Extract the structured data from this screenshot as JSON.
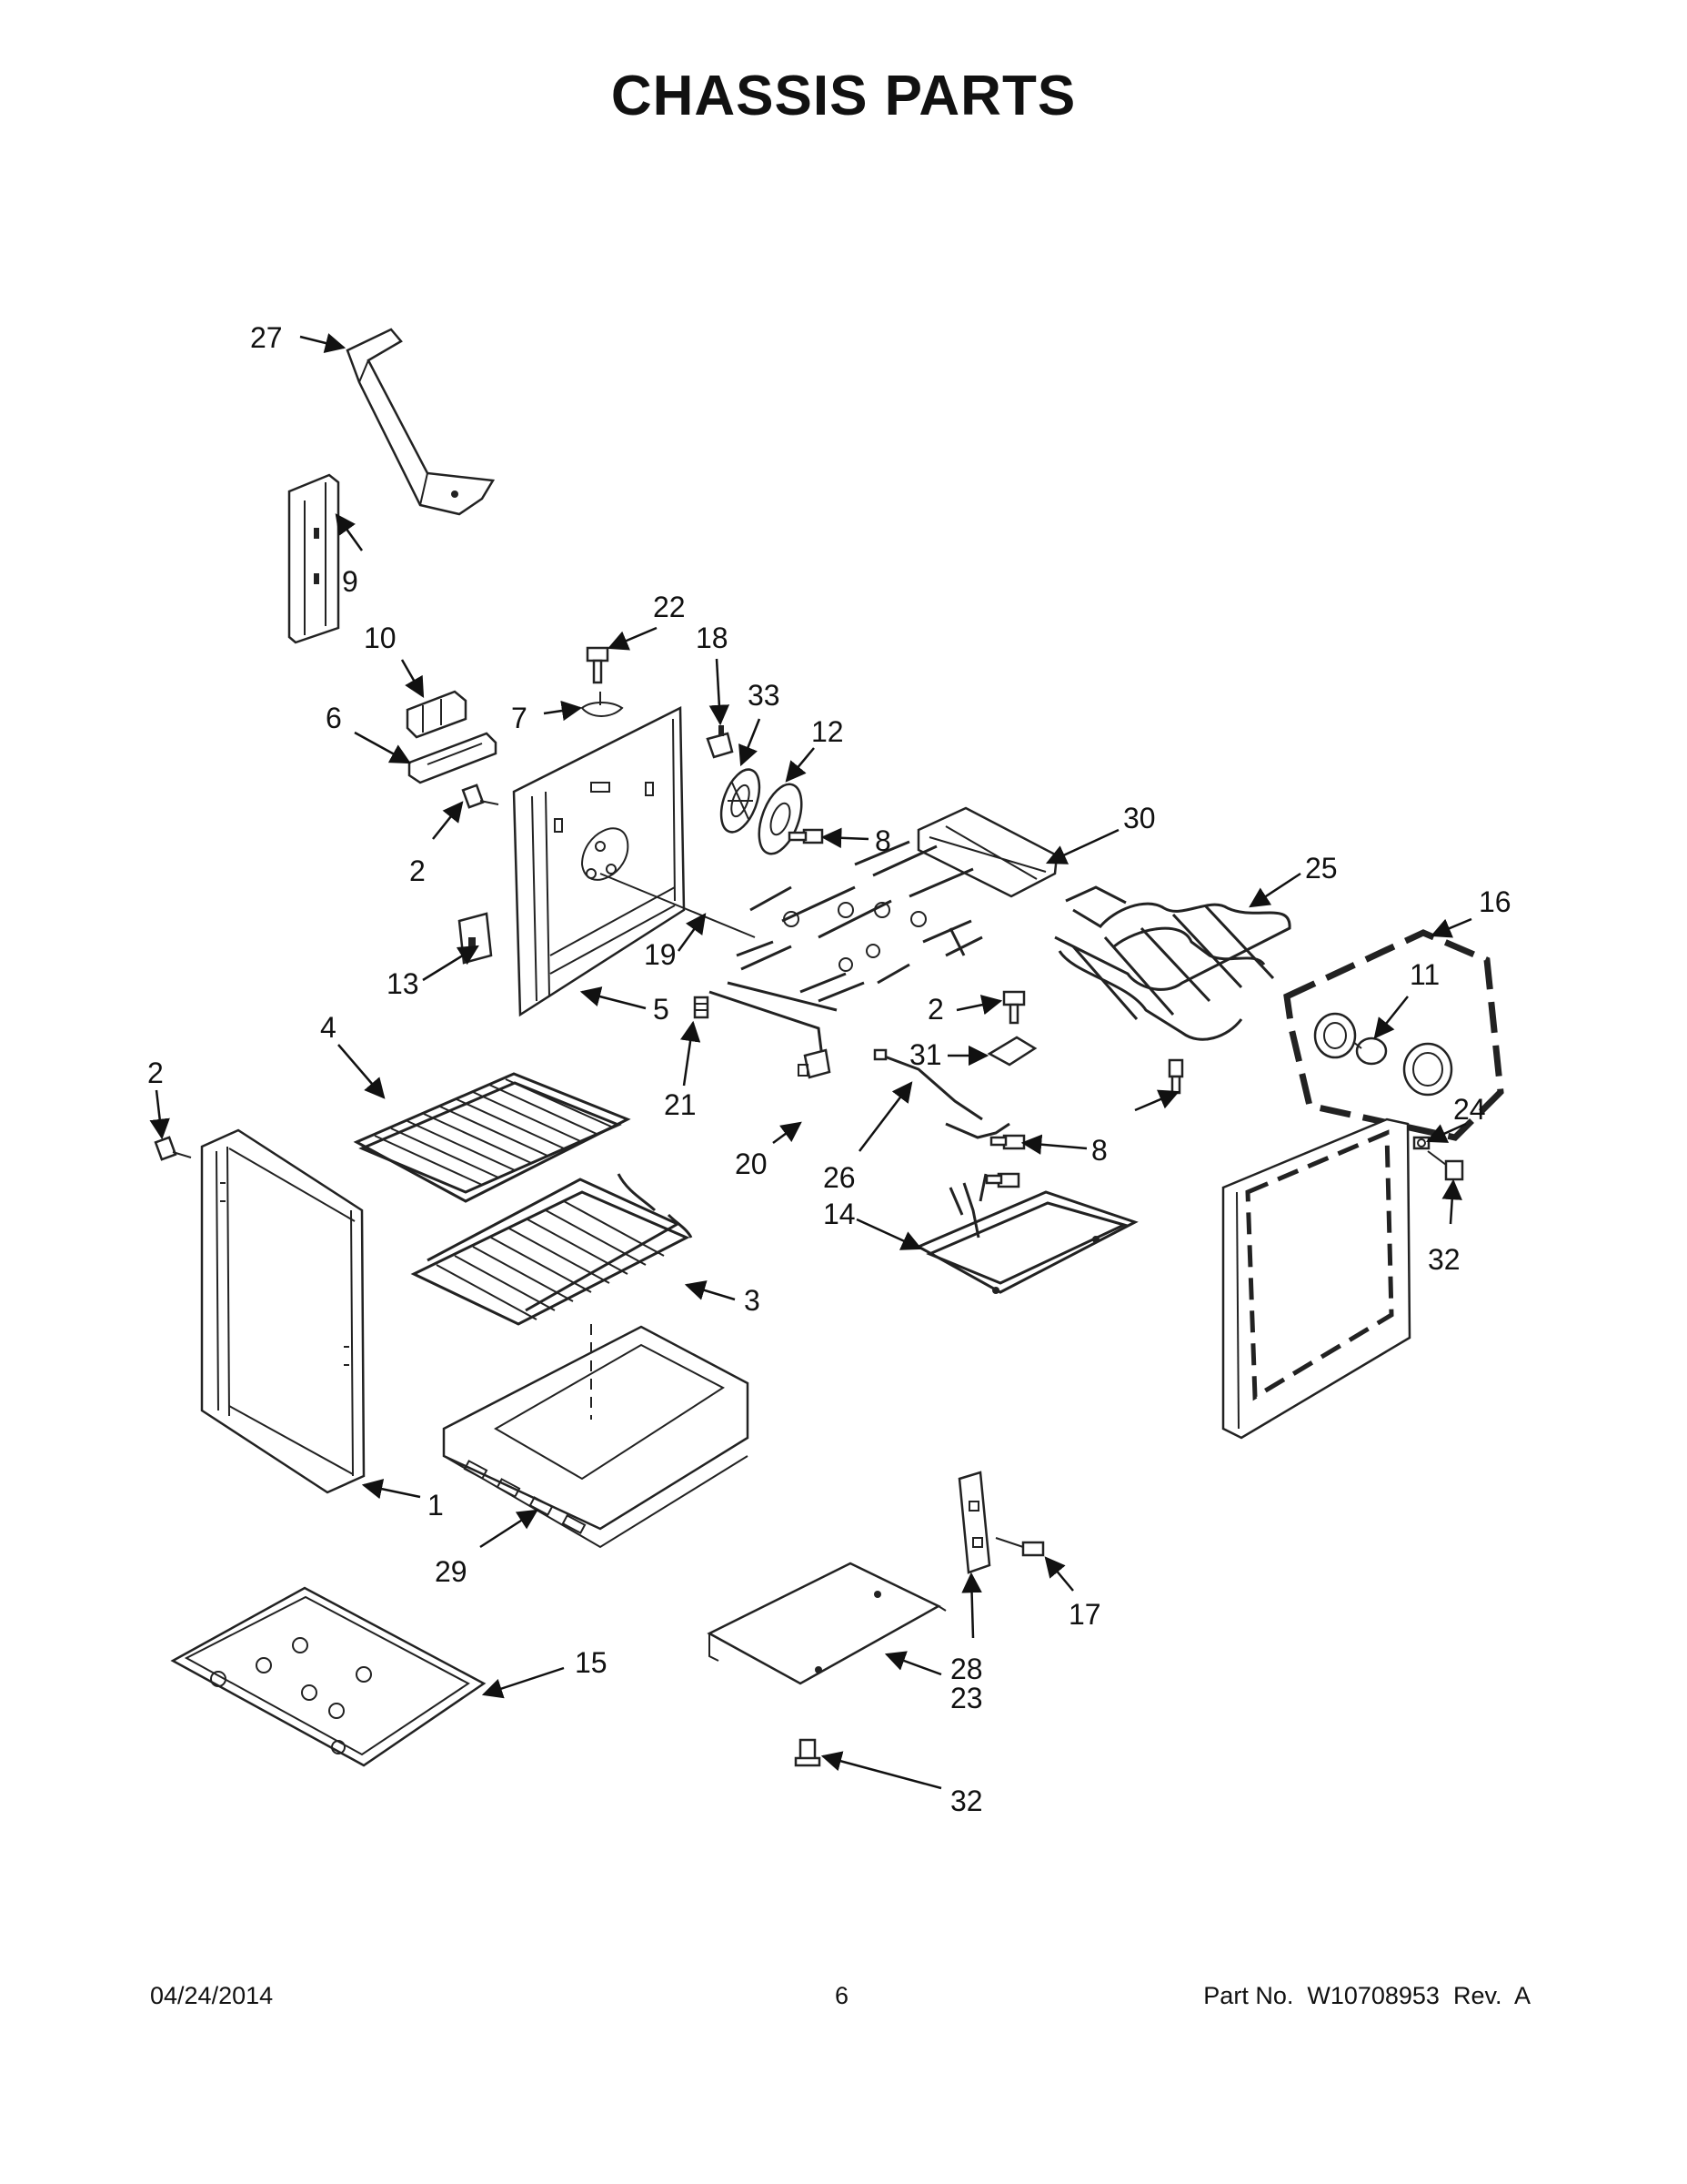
{
  "title": "CHASSIS PARTS",
  "footer": {
    "date": "04/24/2014",
    "page_number": "6",
    "part_number": "Part No.  W10708953  Rev.  A"
  },
  "callouts": {
    "c1": "1",
    "c2a": "2",
    "c2b": "2",
    "c2c": "2",
    "c3": "3",
    "c4": "4",
    "c5": "5",
    "c6": "6",
    "c7": "7",
    "c8a": "8",
    "c8b": "8",
    "c9": "9",
    "c10": "10",
    "c11": "11",
    "c12": "12",
    "c13": "13",
    "c14": "14",
    "c15": "15",
    "c16": "16",
    "c17": "17",
    "c18": "18",
    "c19": "19",
    "c20": "20",
    "c21": "21",
    "c22": "22",
    "c23": "23",
    "c24": "24",
    "c25": "25",
    "c26": "26",
    "c27": "27",
    "c28": "28",
    "c29": "29",
    "c30": "30",
    "c31": "31",
    "c32a": "32",
    "c32b": "32",
    "c33": "33"
  }
}
